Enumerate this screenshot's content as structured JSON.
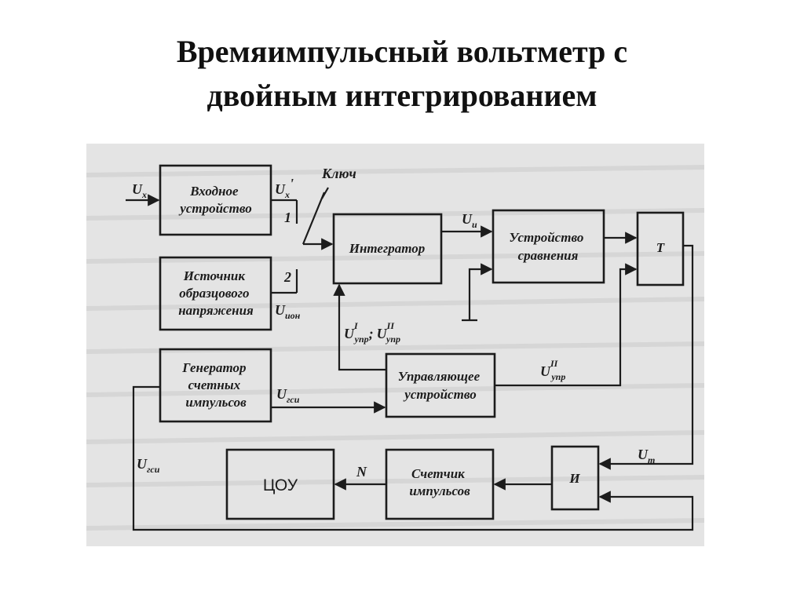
{
  "title": {
    "line1": "Времяимпульсный вольтметр с",
    "line2": "двойным интегрированием"
  },
  "blocks": {
    "input_device": [
      "Входное",
      "устройство"
    ],
    "reference_source": [
      "Источник",
      "образцового",
      "напряжения"
    ],
    "pulse_generator": [
      "Генератор",
      "счетных",
      "импульсов"
    ],
    "integrator": [
      "Интегратор"
    ],
    "comparator": [
      "Устройство",
      "сравнения"
    ],
    "trigger": [
      "Т"
    ],
    "control_device": [
      "Управляющее",
      "устройство"
    ],
    "and_gate": [
      "И"
    ],
    "counter": [
      "Счетчик",
      "импульсов"
    ],
    "display": [
      "ЦОУ"
    ]
  },
  "switch": {
    "label": "Ключ",
    "pos1": "1",
    "pos2": "2"
  },
  "signals": {
    "ux": {
      "main": "U",
      "sub": "x"
    },
    "ux_prime": {
      "main": "U",
      "sub": "x",
      "prime": "'"
    },
    "uion": {
      "main": "U",
      "sub": "ион"
    },
    "ui": {
      "main": "U",
      "sub": "и"
    },
    "ugsi_mid": {
      "main": "U",
      "sub": "гси"
    },
    "ugsi_left": {
      "main": "U",
      "sub": "гси"
    },
    "ucontrol_pair": {
      "main1": "U",
      "sub1": "упр",
      "sup1": "I",
      "sep": ";",
      "main2": "U",
      "sub2": "упр",
      "sup2": "II"
    },
    "ucontrol_2": {
      "main": "U",
      "sub": "упр",
      "sup": "II"
    },
    "ut": {
      "main": "U",
      "sub": "т"
    },
    "n": "N"
  }
}
